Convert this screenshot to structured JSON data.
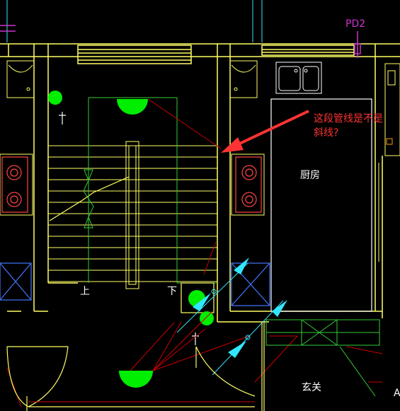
{
  "labels": {
    "pd2": "PD2",
    "annotation_line1": "这段管线是不是",
    "annotation_line2": "斜线?",
    "kitchen": "厨房",
    "entry": "玄关",
    "stair_up": "上",
    "stair_down": "下",
    "edge_letter": "A"
  },
  "colors": {
    "background": "#000000",
    "wall": "#ffff66",
    "stair": "#ffff66",
    "green": "#33cc33",
    "fill_green": "#00ee00",
    "red": "#cc0000",
    "cyan": "#33e6ff",
    "blue": "#4477ff",
    "white": "#ffffff",
    "magenta": "#cc33cc",
    "annotation": "#ff3333"
  }
}
